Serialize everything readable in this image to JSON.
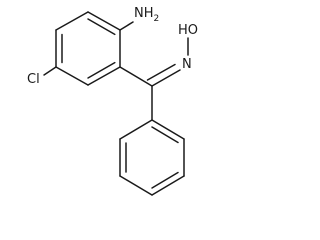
{
  "molecule": {
    "atom_labels": {
      "amine": "NH",
      "amine_subscript": "2",
      "chloro": "Cl",
      "oxime_hydroxyl": "HO",
      "oxime_nitrogen": "N"
    },
    "colors": {
      "bond": "#1a1a1a",
      "text": "#1a1a1a",
      "background": "#ffffff"
    }
  }
}
